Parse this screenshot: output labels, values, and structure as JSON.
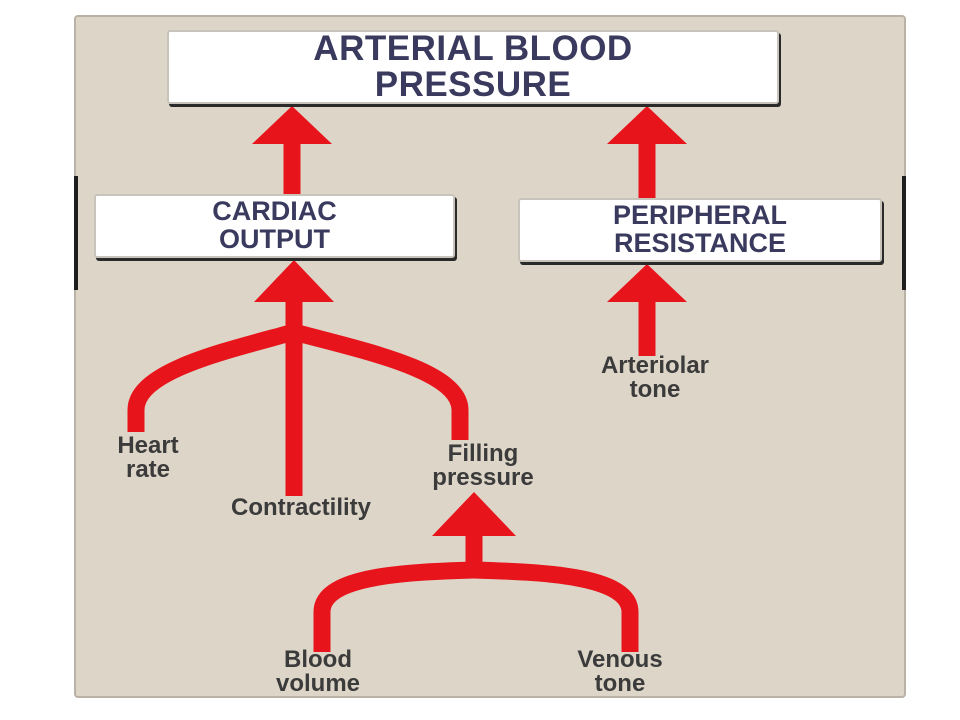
{
  "boxes": {
    "arterial_blood_pressure": [
      "ARTERIAL BLOOD",
      "PRESSURE"
    ],
    "cardiac_output": [
      "CARDIAC",
      "OUTPUT"
    ],
    "peripheral_resistance": [
      "PERIPHERAL",
      "RESISTANCE"
    ]
  },
  "factors": {
    "heart_rate": [
      "Heart",
      "rate"
    ],
    "contractility": "Contractility",
    "filling_pressure": [
      "Filling",
      "pressure"
    ],
    "arteriolar_tone": [
      "Arteriolar",
      "tone"
    ],
    "blood_volume": [
      "Blood",
      "volume"
    ],
    "venous_tone": [
      "Venous",
      "tone"
    ]
  },
  "colors": {
    "arrow": "#e8141c",
    "panel": "#ddd6c8",
    "box_text": "#3a3a5e",
    "label_text": "#3b3b3b"
  }
}
